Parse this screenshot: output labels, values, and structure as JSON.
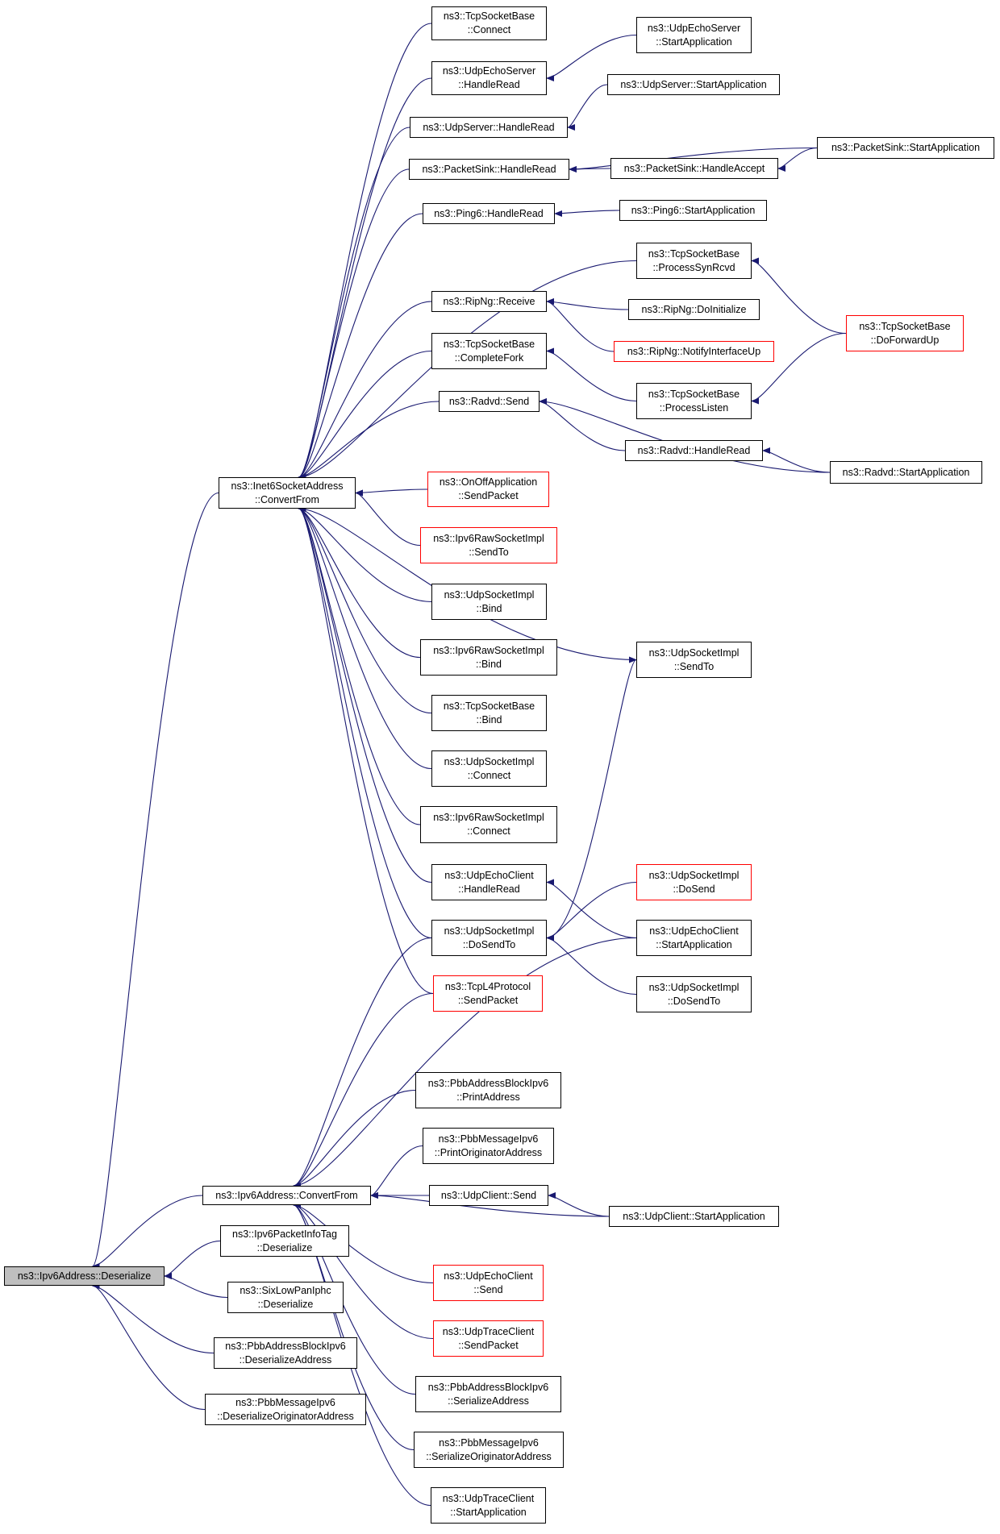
{
  "colors": {
    "edge": "#191970",
    "node_border": "#000000",
    "truncated_border": "#ff0000",
    "root_fill": "#bfbfbf",
    "background": "#ffffff"
  },
  "nodes": {
    "ipv6addr_deserialize": {
      "lines": [
        "ns3::Ipv6Address::Deserialize"
      ],
      "truncated": false
    },
    "inet6_convertfrom": {
      "lines": [
        "ns3::Inet6SocketAddress",
        "::ConvertFrom"
      ],
      "truncated": false
    },
    "ipv6addr_convertfrom": {
      "lines": [
        "ns3::Ipv6Address::ConvertFrom"
      ],
      "truncated": false
    },
    "ipv6pkttag_deserialize": {
      "lines": [
        "ns3::Ipv6PacketInfoTag",
        "::Deserialize"
      ],
      "truncated": false
    },
    "sixlowpan_deserialize": {
      "lines": [
        "ns3::SixLowPanIphc",
        "::Deserialize"
      ],
      "truncated": false
    },
    "pbbaddr_deserializeaddress": {
      "lines": [
        "ns3::PbbAddressBlockIpv6",
        "::DeserializeAddress"
      ],
      "truncated": false
    },
    "pbbmsg_deserializeorig": {
      "lines": [
        "ns3::PbbMessageIpv6",
        "::DeserializeOriginatorAddress"
      ],
      "truncated": false
    },
    "tcpsb_connect": {
      "lines": [
        "ns3::TcpSocketBase",
        "::Connect"
      ],
      "truncated": false
    },
    "udpechoserver_handleread": {
      "lines": [
        "ns3::UdpEchoServer",
        "::HandleRead"
      ],
      "truncated": false
    },
    "udpserver_handleread": {
      "lines": [
        "ns3::UdpServer::HandleRead"
      ],
      "truncated": false
    },
    "packetsink_handleread": {
      "lines": [
        "ns3::PacketSink::HandleRead"
      ],
      "truncated": false
    },
    "ping6_handleread": {
      "lines": [
        "ns3::Ping6::HandleRead"
      ],
      "truncated": false
    },
    "ripng_receive": {
      "lines": [
        "ns3::RipNg::Receive"
      ],
      "truncated": false
    },
    "tcpsb_completefork": {
      "lines": [
        "ns3::TcpSocketBase",
        "::CompleteFork"
      ],
      "truncated": false
    },
    "radvd_send": {
      "lines": [
        "ns3::Radvd::Send"
      ],
      "truncated": false
    },
    "onoff_sendpacket": {
      "lines": [
        "ns3::OnOffApplication",
        "::SendPacket"
      ],
      "truncated": true
    },
    "ipv6raw_sendto": {
      "lines": [
        "ns3::Ipv6RawSocketImpl",
        "::SendTo"
      ],
      "truncated": true
    },
    "udpsock_bind": {
      "lines": [
        "ns3::UdpSocketImpl",
        "::Bind"
      ],
      "truncated": false
    },
    "ipv6raw_bind": {
      "lines": [
        "ns3::Ipv6RawSocketImpl",
        "::Bind"
      ],
      "truncated": false
    },
    "tcpsb_bind": {
      "lines": [
        "ns3::TcpSocketBase",
        "::Bind"
      ],
      "truncated": false
    },
    "udpsock_connect": {
      "lines": [
        "ns3::UdpSocketImpl",
        "::Connect"
      ],
      "truncated": false
    },
    "ipv6raw_connect": {
      "lines": [
        "ns3::Ipv6RawSocketImpl",
        "::Connect"
      ],
      "truncated": false
    },
    "udpechoclient_handleread": {
      "lines": [
        "ns3::UdpEchoClient",
        "::HandleRead"
      ],
      "truncated": false
    },
    "udpsock_dosendto_mid": {
      "lines": [
        "ns3::UdpSocketImpl",
        "::DoSendTo"
      ],
      "truncated": false
    },
    "tcpl4_sendpacket": {
      "lines": [
        "ns3::TcpL4Protocol",
        "::SendPacket"
      ],
      "truncated": true
    },
    "pbbaddr_printaddress": {
      "lines": [
        "ns3::PbbAddressBlockIpv6",
        "::PrintAddress"
      ],
      "truncated": false
    },
    "pbbmsg_printorig": {
      "lines": [
        "ns3::PbbMessageIpv6",
        "::PrintOriginatorAddress"
      ],
      "truncated": false
    },
    "udpclient_send": {
      "lines": [
        "ns3::UdpClient::Send"
      ],
      "truncated": false
    },
    "udpechoclient_send": {
      "lines": [
        "ns3::UdpEchoClient",
        "::Send"
      ],
      "truncated": true
    },
    "udptraceclient_sendpacket": {
      "lines": [
        "ns3::UdpTraceClient",
        "::SendPacket"
      ],
      "truncated": true
    },
    "pbbaddr_serializeaddress": {
      "lines": [
        "ns3::PbbAddressBlockIpv6",
        "::SerializeAddress"
      ],
      "truncated": false
    },
    "pbbmsg_serializeorig": {
      "lines": [
        "ns3::PbbMessageIpv6",
        "::SerializeOriginatorAddress"
      ],
      "truncated": false
    },
    "udptraceclient_startapp": {
      "lines": [
        "ns3::UdpTraceClient",
        "::StartApplication"
      ],
      "truncated": false
    },
    "udpechoserver_startapp": {
      "lines": [
        "ns3::UdpEchoServer",
        "::StartApplication"
      ],
      "truncated": false
    },
    "udpserver_startapp": {
      "lines": [
        "ns3::UdpServer::StartApplication"
      ],
      "truncated": false
    },
    "packetsink_handleaccept": {
      "lines": [
        "ns3::PacketSink::HandleAccept"
      ],
      "truncated": false
    },
    "ping6_startapp": {
      "lines": [
        "ns3::Ping6::StartApplication"
      ],
      "truncated": false
    },
    "tcpsb_processsynrcvd": {
      "lines": [
        "ns3::TcpSocketBase",
        "::ProcessSynRcvd"
      ],
      "truncated": false
    },
    "ripng_doinitialize": {
      "lines": [
        "ns3::RipNg::DoInitialize"
      ],
      "truncated": false
    },
    "ripng_notifyinterfaceup": {
      "lines": [
        "ns3::RipNg::NotifyInterfaceUp"
      ],
      "truncated": true
    },
    "tcpsb_processlisten": {
      "lines": [
        "ns3::TcpSocketBase",
        "::ProcessListen"
      ],
      "truncated": false
    },
    "radvd_handleread": {
      "lines": [
        "ns3::Radvd::HandleRead"
      ],
      "truncated": false
    },
    "udpsock_sendto": {
      "lines": [
        "ns3::UdpSocketImpl",
        "::SendTo"
      ],
      "truncated": false
    },
    "udpsock_dosend": {
      "lines": [
        "ns3::UdpSocketImpl",
        "::DoSend"
      ],
      "truncated": true
    },
    "udpechoclient_startapp": {
      "lines": [
        "ns3::UdpEchoClient",
        "::StartApplication"
      ],
      "truncated": false
    },
    "udpsock_dosendto_right": {
      "lines": [
        "ns3::UdpSocketImpl",
        "::DoSendTo"
      ],
      "truncated": false
    },
    "udpclient_startapp": {
      "lines": [
        "ns3::UdpClient::StartApplication"
      ],
      "truncated": false
    },
    "packetsink_startapp": {
      "lines": [
        "ns3::PacketSink::StartApplication"
      ],
      "truncated": false
    },
    "tcpsb_doforwardup": {
      "lines": [
        "ns3::TcpSocketBase",
        "::DoForwardUp"
      ],
      "truncated": true
    },
    "radvd_startapp": {
      "lines": [
        "ns3::Radvd::StartApplication"
      ],
      "truncated": false
    }
  },
  "edges": [
    [
      "inet6_convertfrom",
      "ipv6addr_deserialize"
    ],
    [
      "ipv6addr_convertfrom",
      "ipv6addr_deserialize"
    ],
    [
      "ipv6pkttag_deserialize",
      "ipv6addr_deserialize"
    ],
    [
      "sixlowpan_deserialize",
      "ipv6addr_deserialize"
    ],
    [
      "pbbaddr_deserializeaddress",
      "ipv6addr_deserialize"
    ],
    [
      "pbbmsg_deserializeorig",
      "ipv6addr_deserialize"
    ],
    [
      "tcpsb_connect",
      "inet6_convertfrom"
    ],
    [
      "udpechoserver_handleread",
      "inet6_convertfrom"
    ],
    [
      "udpserver_handleread",
      "inet6_convertfrom"
    ],
    [
      "packetsink_handleread",
      "inet6_convertfrom"
    ],
    [
      "ping6_handleread",
      "inet6_convertfrom"
    ],
    [
      "tcpsb_processsynrcvd",
      "inet6_convertfrom"
    ],
    [
      "ripng_receive",
      "inet6_convertfrom"
    ],
    [
      "tcpsb_completefork",
      "inet6_convertfrom"
    ],
    [
      "radvd_send",
      "inet6_convertfrom"
    ],
    [
      "udpsock_sendto",
      "inet6_convertfrom"
    ],
    [
      "onoff_sendpacket",
      "inet6_convertfrom"
    ],
    [
      "ipv6raw_sendto",
      "inet6_convertfrom"
    ],
    [
      "udpsock_bind",
      "inet6_convertfrom"
    ],
    [
      "ipv6raw_bind",
      "inet6_convertfrom"
    ],
    [
      "tcpsb_bind",
      "inet6_convertfrom"
    ],
    [
      "udpsock_connect",
      "inet6_convertfrom"
    ],
    [
      "ipv6raw_connect",
      "inet6_convertfrom"
    ],
    [
      "udpechoclient_handleread",
      "inet6_convertfrom"
    ],
    [
      "udpsock_dosendto_mid",
      "inet6_convertfrom"
    ],
    [
      "tcpl4_sendpacket",
      "inet6_convertfrom"
    ],
    [
      "udpsock_dosendto_mid",
      "ipv6addr_convertfrom"
    ],
    [
      "tcpl4_sendpacket",
      "ipv6addr_convertfrom"
    ],
    [
      "udpechoclient_startapp",
      "ipv6addr_convertfrom"
    ],
    [
      "pbbaddr_printaddress",
      "ipv6addr_convertfrom"
    ],
    [
      "pbbmsg_printorig",
      "ipv6addr_convertfrom"
    ],
    [
      "udpclient_send",
      "ipv6addr_convertfrom"
    ],
    [
      "udpclient_startapp",
      "ipv6addr_convertfrom"
    ],
    [
      "udpechoclient_send",
      "ipv6addr_convertfrom"
    ],
    [
      "udptraceclient_sendpacket",
      "ipv6addr_convertfrom"
    ],
    [
      "pbbaddr_serializeaddress",
      "ipv6addr_convertfrom"
    ],
    [
      "pbbmsg_serializeorig",
      "ipv6addr_convertfrom"
    ],
    [
      "udptraceclient_startapp",
      "ipv6addr_convertfrom"
    ],
    [
      "udpechoserver_startapp",
      "udpechoserver_handleread"
    ],
    [
      "udpserver_startapp",
      "udpserver_handleread"
    ],
    [
      "packetsink_handleaccept",
      "packetsink_handleread"
    ],
    [
      "packetsink_startapp",
      "packetsink_handleread"
    ],
    [
      "packetsink_startapp",
      "packetsink_handleaccept"
    ],
    [
      "ping6_startapp",
      "ping6_handleread"
    ],
    [
      "tcpsb_doforwardup",
      "tcpsb_processsynrcvd"
    ],
    [
      "ripng_doinitialize",
      "ripng_receive"
    ],
    [
      "ripng_notifyinterfaceup",
      "ripng_receive"
    ],
    [
      "tcpsb_processlisten",
      "tcpsb_completefork"
    ],
    [
      "tcpsb_doforwardup",
      "tcpsb_processlisten"
    ],
    [
      "radvd_handleread",
      "radvd_send"
    ],
    [
      "radvd_startapp",
      "radvd_send"
    ],
    [
      "radvd_startapp",
      "radvd_handleread"
    ],
    [
      "udpsock_dosendto_mid",
      "udpsock_sendto"
    ],
    [
      "udpechoclient_startapp",
      "udpechoclient_handleread"
    ],
    [
      "udpsock_dosend",
      "udpsock_dosendto_mid"
    ],
    [
      "udpsock_dosendto_right",
      "udpsock_dosendto_mid"
    ],
    [
      "udpclient_startapp",
      "udpclient_send"
    ]
  ]
}
